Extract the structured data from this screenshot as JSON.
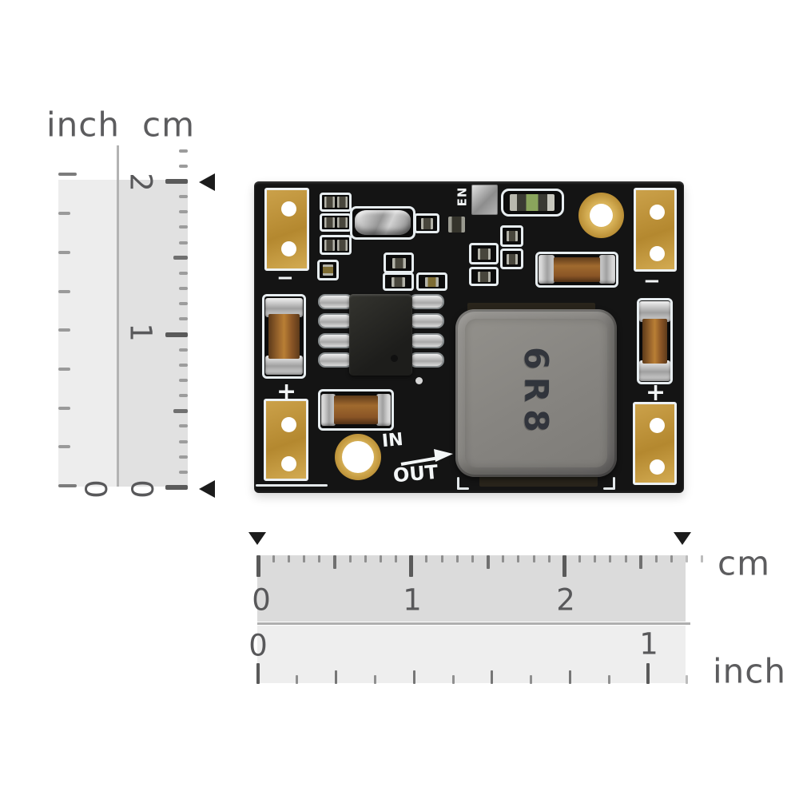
{
  "figure": {
    "description": "Mini DC-DC buck converter PCB module product photo with centimeter and inch size-reference rulers on white background"
  },
  "rulers": {
    "vertical": {
      "inch_unit": "inch",
      "cm_unit": "cm",
      "cm_labels": [
        "2",
        "1",
        "0"
      ],
      "inch_labels": [
        "0"
      ]
    },
    "horizontal_cm": {
      "unit": "cm",
      "labels": [
        "0",
        "1",
        "2"
      ]
    },
    "horizontal_inch": {
      "unit": "inch",
      "labels": [
        "0",
        "1"
      ]
    }
  },
  "pcb": {
    "markings": {
      "enable": "EN",
      "inductor": "6R8",
      "input": "IN",
      "output": "OUT",
      "plus": "+",
      "minus": "−"
    },
    "colors": {
      "board": "#141414",
      "pad_gold": "#c49a3c",
      "silkscreen": "#edf1f3",
      "inductor_body": "#87857f",
      "capacitor_body": "#8a5526",
      "marker_triangle": "#1c1c1c"
    }
  }
}
